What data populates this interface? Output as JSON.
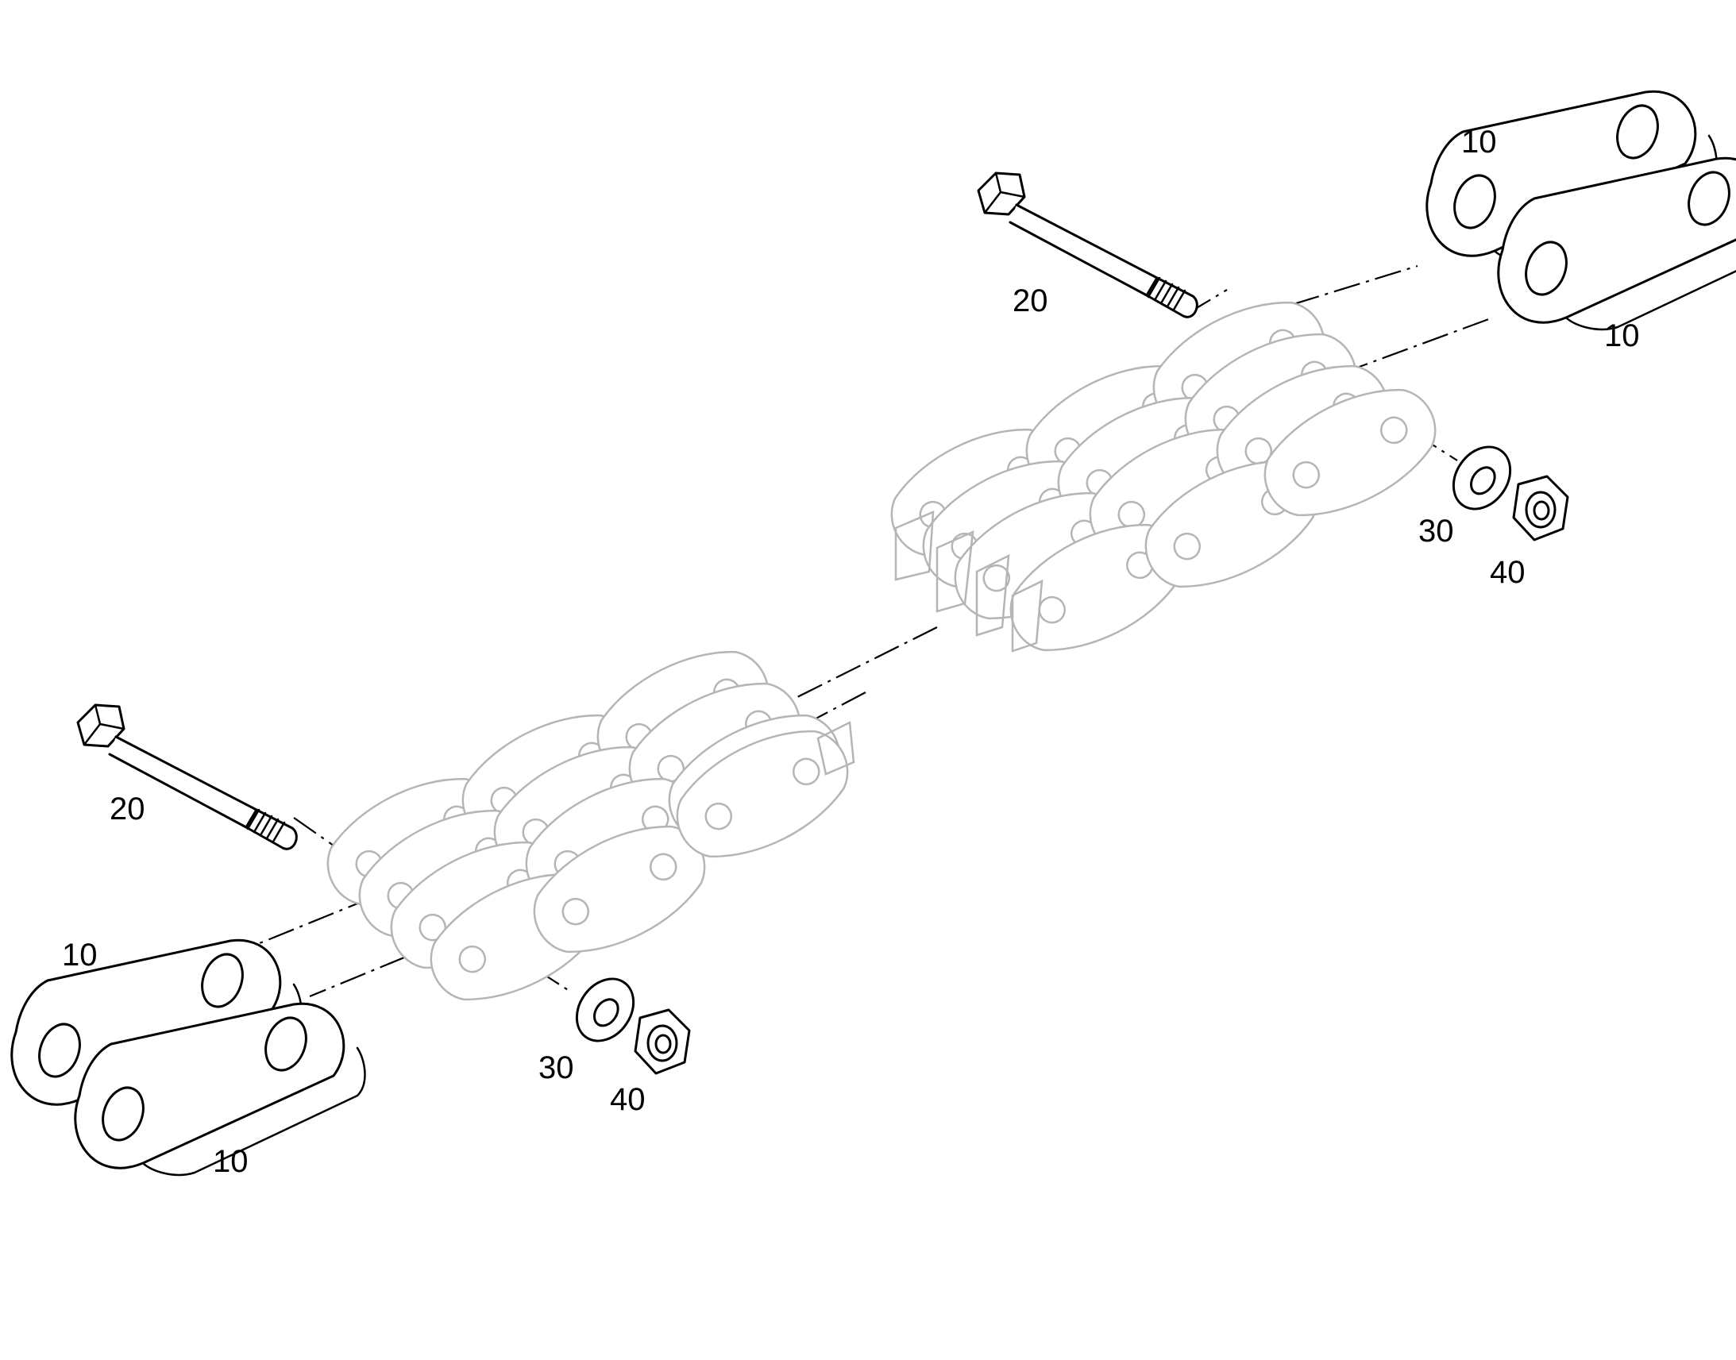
{
  "callouts": {
    "upper_plate_back": "10",
    "upper_plate_front": "10",
    "upper_pin": "20",
    "upper_washer": "30",
    "upper_nut": "40",
    "lower_pin": "20",
    "lower_plate_back": "10",
    "lower_plate_front": "10",
    "lower_washer": "30",
    "lower_nut": "40"
  },
  "colors": {
    "outline": "#000000",
    "chain_ghost": "#b5b5b5",
    "background": "#ffffff"
  },
  "icons": {
    "pin": "hex-head-pin",
    "plate": "connecting-link-plate",
    "washer": "flat-washer",
    "nut": "lock-nut",
    "chain": "leaf-chain"
  }
}
